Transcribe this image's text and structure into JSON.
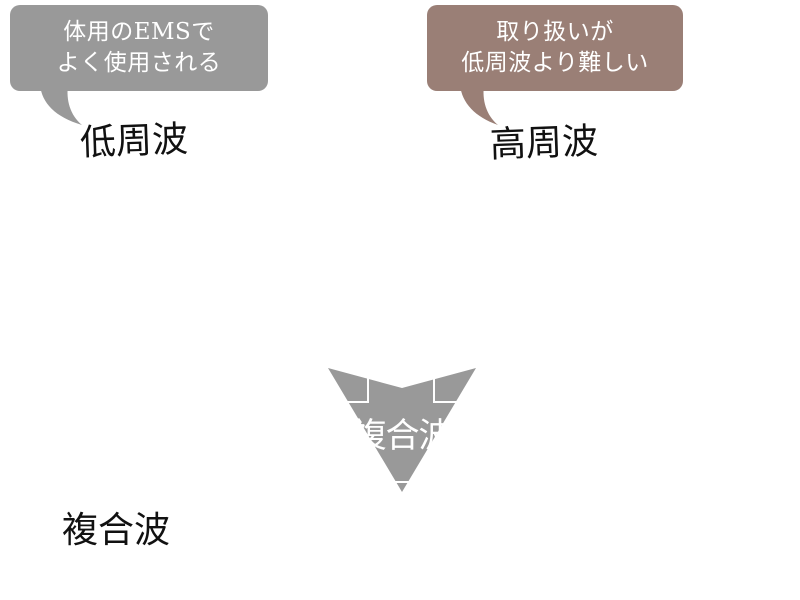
{
  "callouts": [
    {
      "lines": [
        "体用のEMSで",
        "よく使用される"
      ],
      "color": "#999999"
    },
    {
      "lines": [
        "取り扱いが",
        "低周波より難しい"
      ],
      "color": "#9a7f76"
    }
  ],
  "labels": {
    "low_frequency": "低周波",
    "high_frequency": "高周波",
    "composite_wave": "複合波"
  },
  "badge": {
    "text": "複合波",
    "color": "#999999"
  }
}
